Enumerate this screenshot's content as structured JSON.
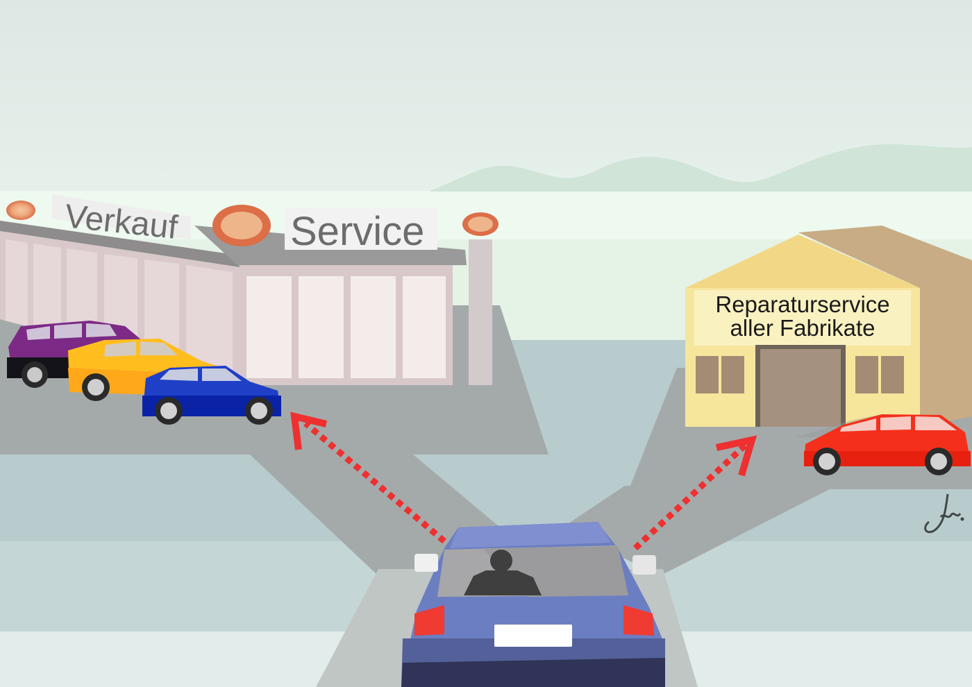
{
  "signs": {
    "dealer_left": "Verkauf",
    "dealer_right": "Service",
    "workshop_line1": "Reparaturservice",
    "workshop_line2": "aller Fabrikate"
  },
  "signature": "Jw.",
  "colors": {
    "sky_top": "#dfe8e5",
    "sky_bottom": "#eaf6ee",
    "hills": "#cfe3d6",
    "ground": "#b7cacc",
    "road": "#a6acab",
    "arrow": "#ee3030",
    "car_purple": "#7a2a84",
    "car_yellow": "#ffc12a",
    "car_blue": "#1c3fc4",
    "car_red": "#f02a1a",
    "car_main": "#6c7cc0",
    "workshop_front": "#f4e49b",
    "workshop_side": "#c8ad86",
    "lamp": "#e88a66"
  }
}
